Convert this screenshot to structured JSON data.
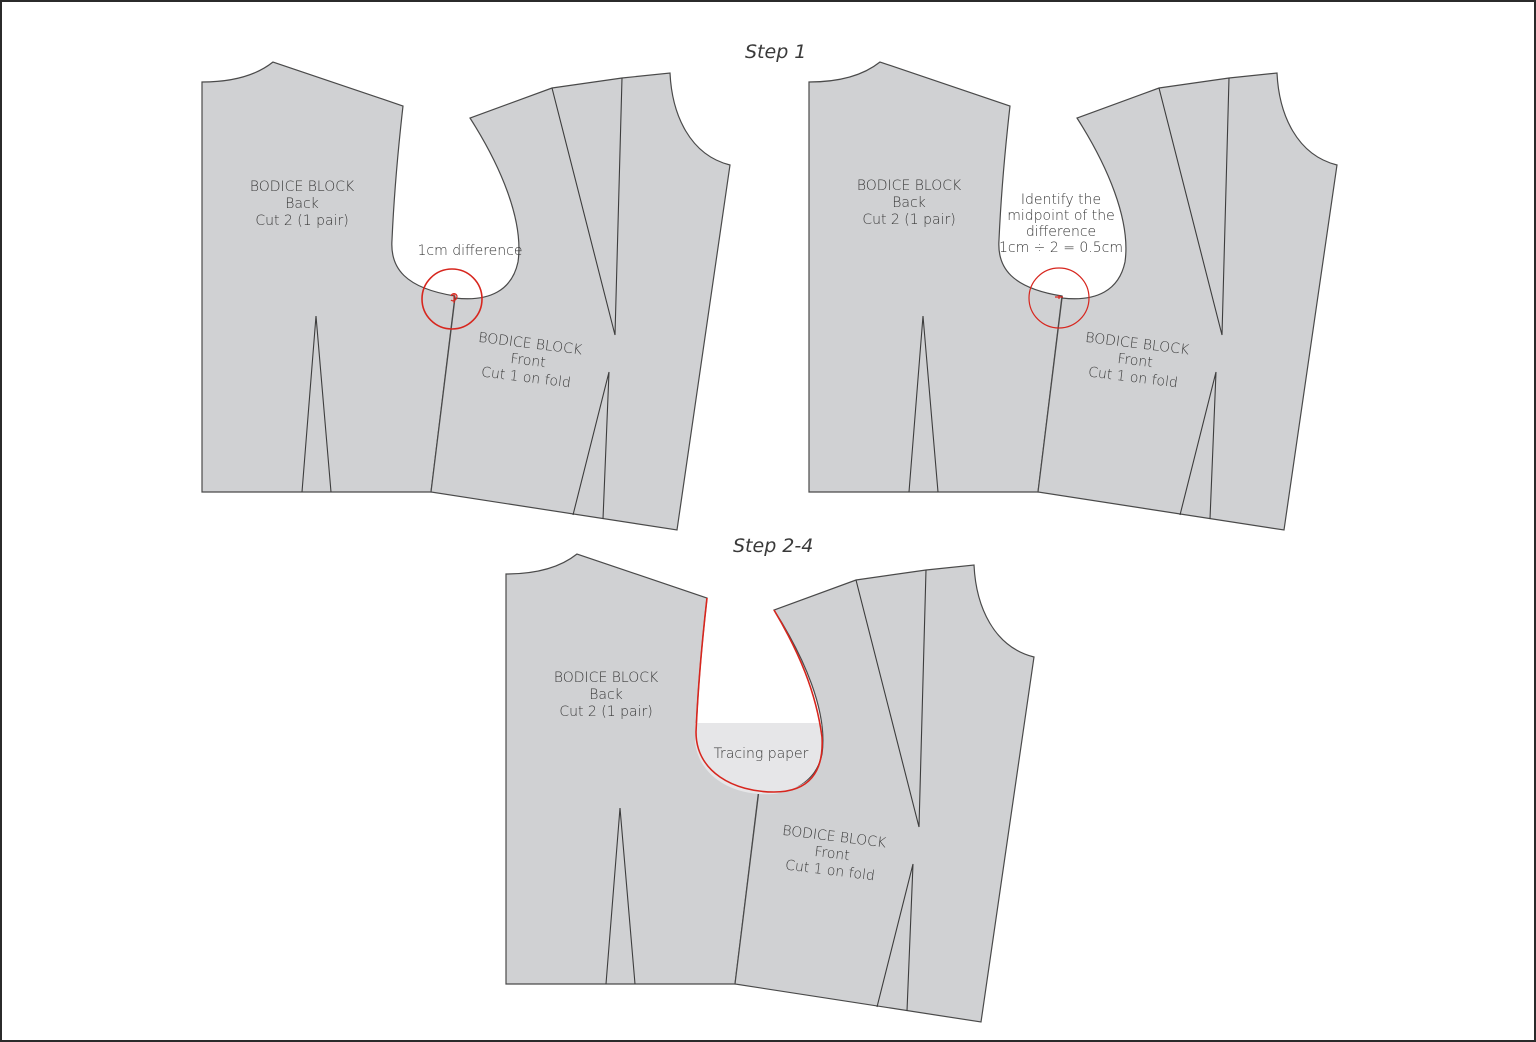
{
  "steps": {
    "step1_title": "Step 1",
    "step2_title": "Step 2-4"
  },
  "back_piece": {
    "title": "BODICE BLOCK",
    "subtitle": "Back",
    "instruction": "Cut 2 (1 pair)"
  },
  "front_piece": {
    "title": "BODICE BLOCK",
    "subtitle": "Front",
    "instruction": "Cut 1 on fold"
  },
  "annotations": {
    "difference": "1cm difference",
    "midpoint_line1": "Identify the",
    "midpoint_line2": "midpoint of the",
    "midpoint_line3": "difference",
    "midpoint_line4": "1cm ÷ 2 = 0.5cm",
    "tracing_paper": "Tracing paper"
  },
  "colors": {
    "pattern_fill": "#d0d1d3",
    "outline": "#4a4a4a",
    "highlight_red": "#d7261e",
    "tracing_paper": "#e6e6e8",
    "background": "#ffffff",
    "frame_border": "#2b2b2b"
  }
}
